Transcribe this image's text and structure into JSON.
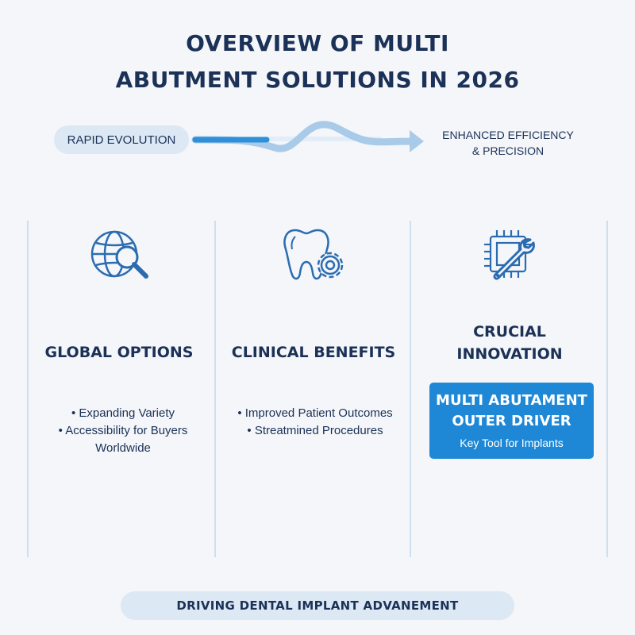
{
  "title": {
    "line1": "OVERVIEW OF MULTI",
    "line2": "ABUTMENT SOLUTIONS IN 2026"
  },
  "flow": {
    "start_label": "RAPID EVOLUTION",
    "end_label_line1": "ENHANCED EFFICIENCY",
    "end_label_line2": "& PRECISION",
    "arrow_color": "#2f8fd8",
    "wave_color": "#a9cbe9"
  },
  "columns": [
    {
      "icon": "globe-search-icon",
      "title": "GLOBAL OPTIONS",
      "bullets": [
        "Expanding Variety",
        "Accessibility for Buyers Worldwide"
      ]
    },
    {
      "icon": "tooth-gear-icon",
      "title": "CLINICAL BENEFITS",
      "bullets": [
        "Improved Patient Outcomes",
        "Streatmined Procedures"
      ]
    },
    {
      "icon": "chip-wrench-icon",
      "title_line1": "CRUCIAL",
      "title_line2": "INNOVATION",
      "callout": {
        "title_line1": "MULTI ABUTAMENT",
        "title_line2": "OUTER DRIVER",
        "subtitle": "Key Tool for Implants",
        "color": "#1e88d6"
      }
    }
  ],
  "footer": "DRIVING DENTAL IMPLANT ADVANEMENT",
  "colors": {
    "primary_text": "#1b3157",
    "accent": "#1e88d6",
    "pill_bg": "#dce8f4",
    "icon_stroke": "#2b6cb0"
  }
}
